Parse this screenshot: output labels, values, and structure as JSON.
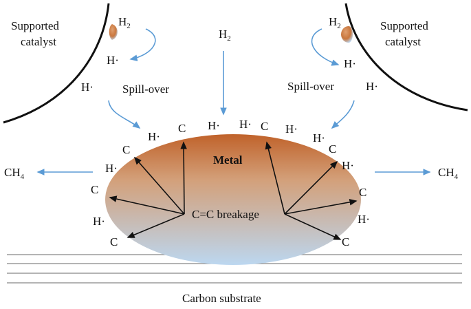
{
  "labels": {
    "supported_catalyst_left_line1": "Supported",
    "supported_catalyst_left_line2": "catalyst",
    "supported_catalyst_right_line1": "Supported",
    "supported_catalyst_right_line2": "catalyst",
    "h2_top_left": "H",
    "h2_top_left_sub": "2",
    "h2_center": "H",
    "h2_center_sub": "2",
    "h2_top_right": "H",
    "h2_top_right_sub": "2",
    "spill_over_left": "Spill-over",
    "spill_over_right": "Spill-over",
    "ch4_left": "CH",
    "ch4_left_sub": "4",
    "ch4_right": "CH",
    "ch4_right_sub": "4",
    "metal": "Metal",
    "breakage": "C=C breakage",
    "carbon_substrate": "Carbon substrate"
  },
  "radical_labels": [
    "H·",
    "H·",
    "H·",
    "H·",
    "C",
    "H·",
    "H·",
    "C",
    "H·",
    "C",
    "C",
    "H·",
    "C",
    "H·",
    "C",
    "H·",
    "C",
    "H·",
    "H·",
    "C"
  ],
  "colors": {
    "arrow_blue": "#5b9bd5",
    "metal_top": "#c0622a",
    "metal_bottom": "#bcd7f0",
    "dark_arrow": "#111111",
    "substrate_line": "#888888"
  }
}
